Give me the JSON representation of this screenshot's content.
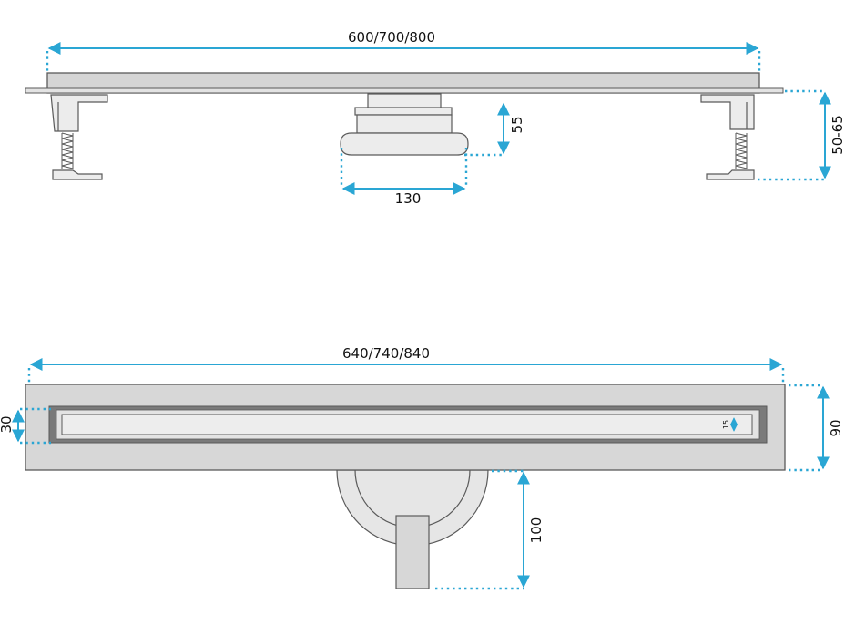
{
  "colors": {
    "dimension": "#2aa6d4",
    "outline": "#5a5a5a",
    "body_fill": "#d7d7d7",
    "part_fill": "#e9e9e9",
    "slot_frame": "#777777",
    "text": "#111111"
  },
  "side_view": {
    "length_label": "600/700/800",
    "outlet_height_label": "55",
    "outlet_width_label": "130",
    "adjust_height_label": "50-65"
  },
  "top_view": {
    "length_label": "640/740/840",
    "slot_width_label": "30",
    "grate_gap_label": "15",
    "body_width_label": "90",
    "outlet_depth_label": "100"
  }
}
